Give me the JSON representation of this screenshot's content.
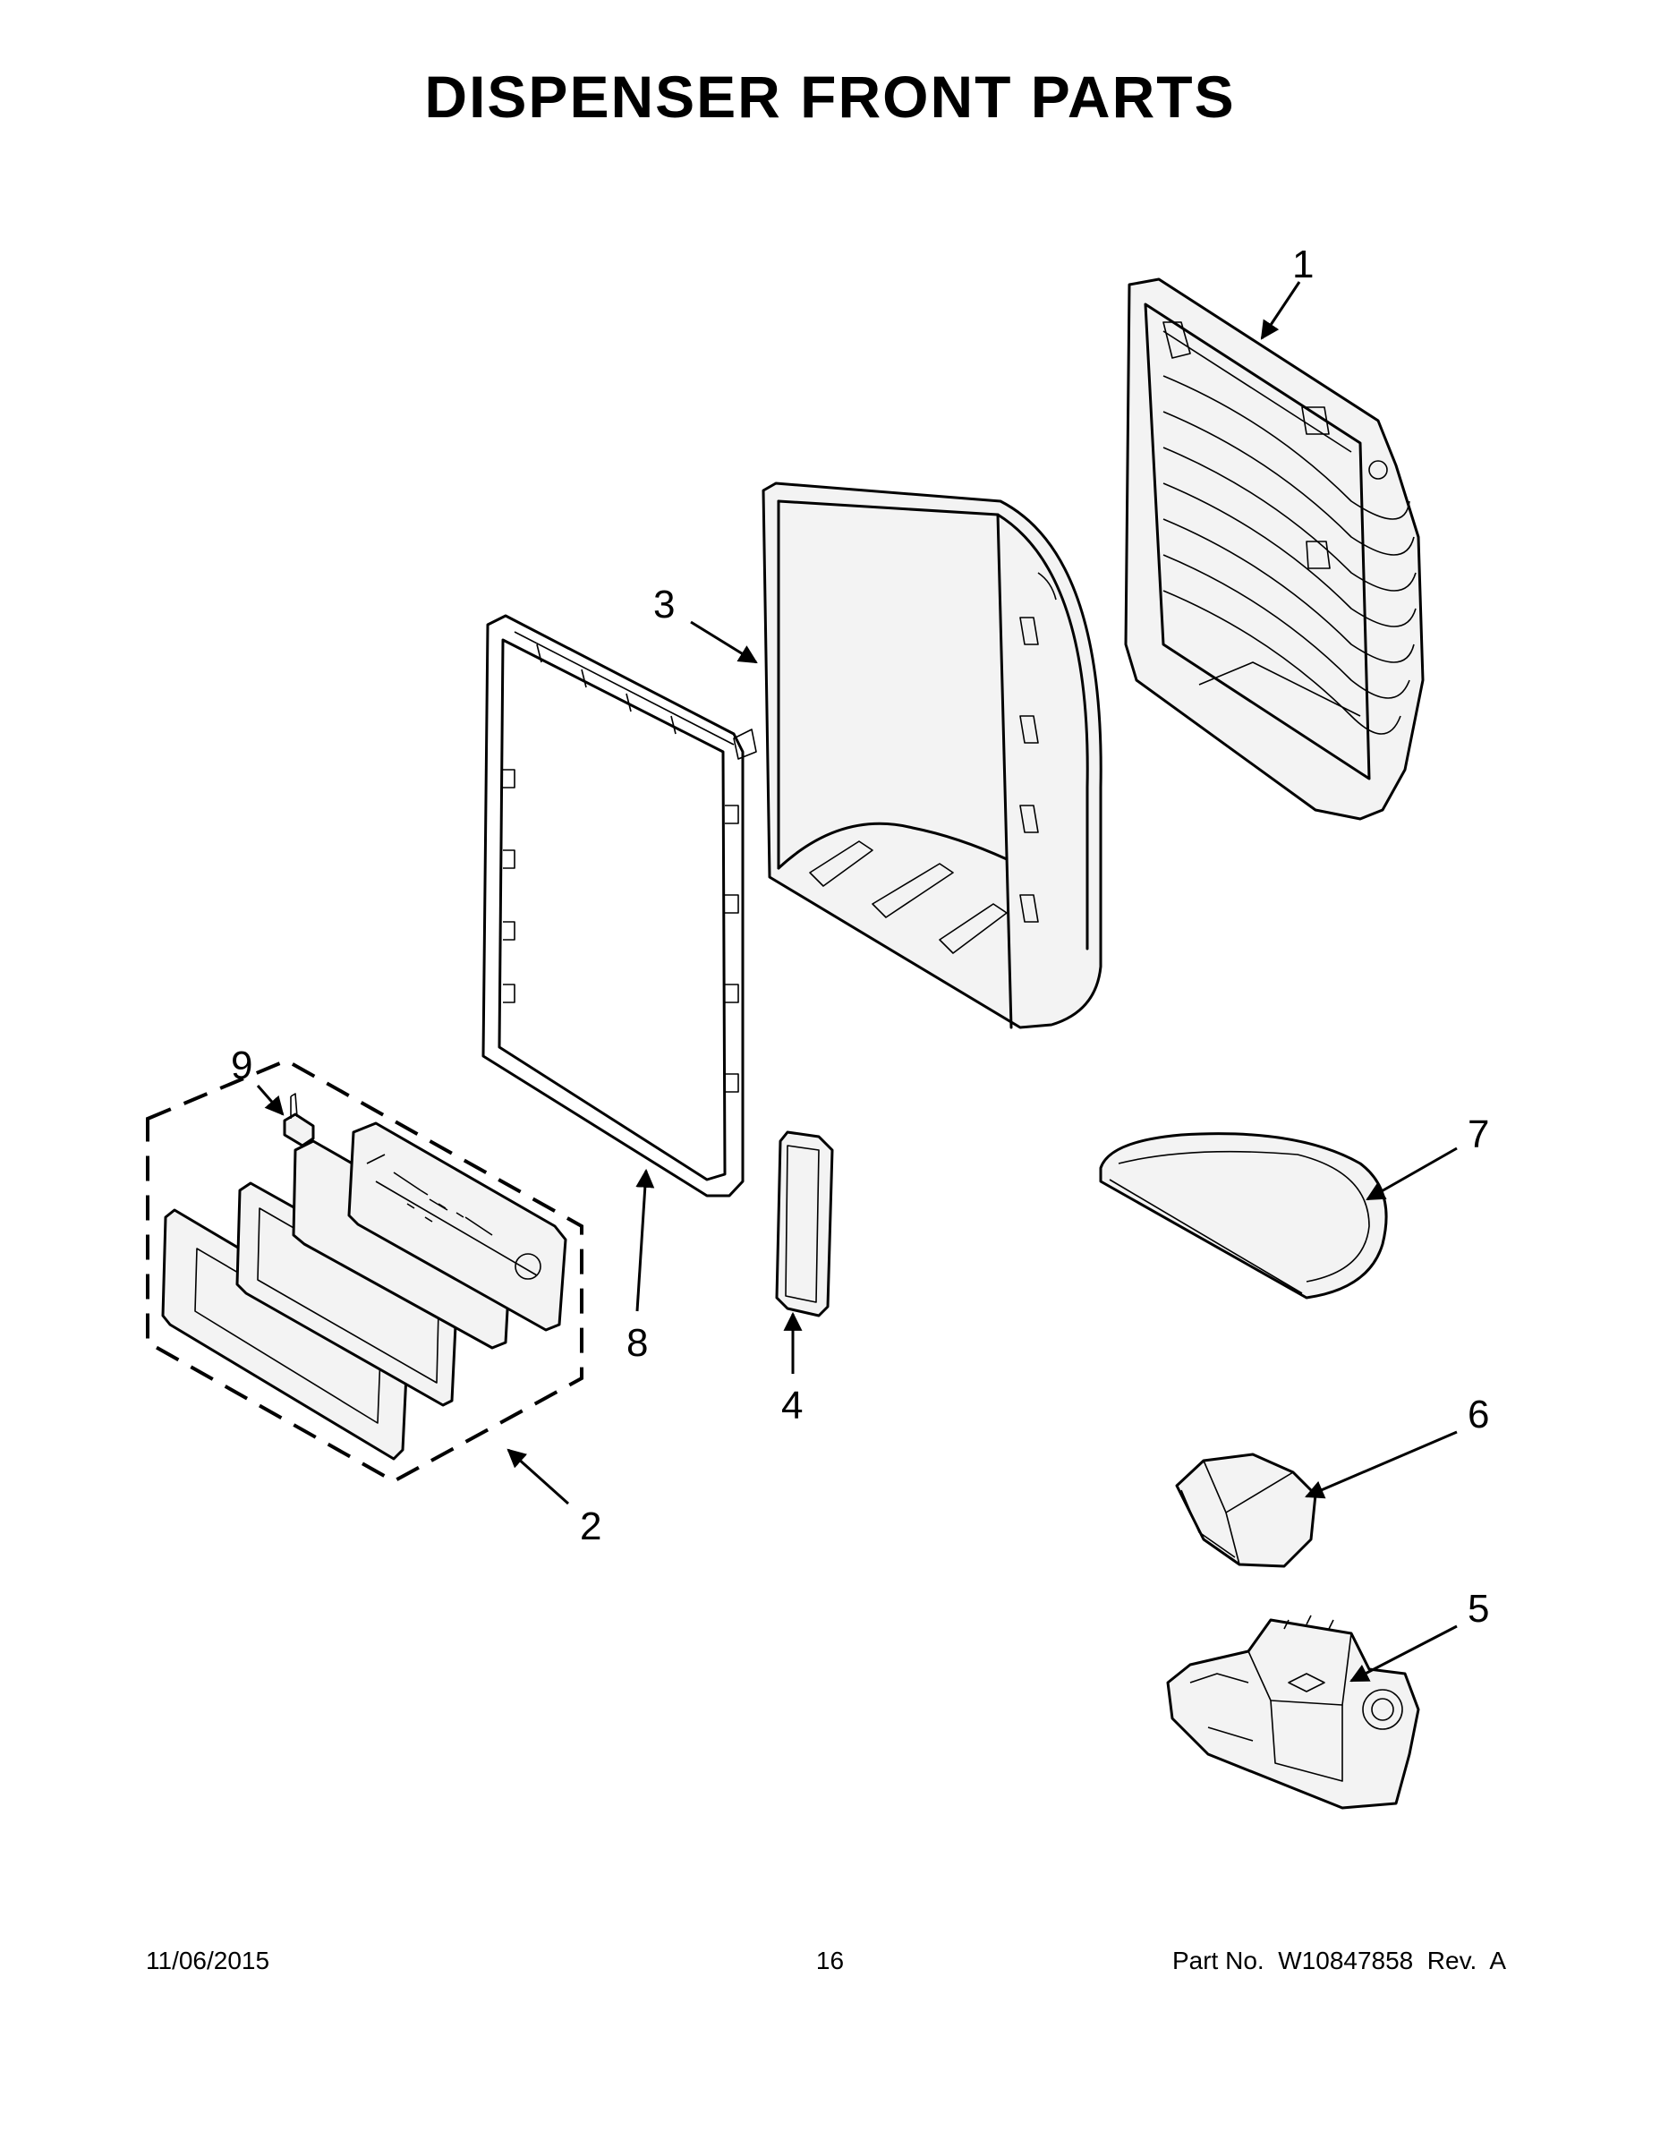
{
  "title": "DISPENSER FRONT PARTS",
  "callouts": {
    "p1": "1",
    "p2": "2",
    "p3": "3",
    "p4": "4",
    "p5": "5",
    "p6": "6",
    "p7": "7",
    "p8": "8",
    "p9": "9"
  },
  "footer": {
    "date": "11/06/2015",
    "page": "16",
    "part_no": "Part No.  W10847858  Rev.  A"
  }
}
